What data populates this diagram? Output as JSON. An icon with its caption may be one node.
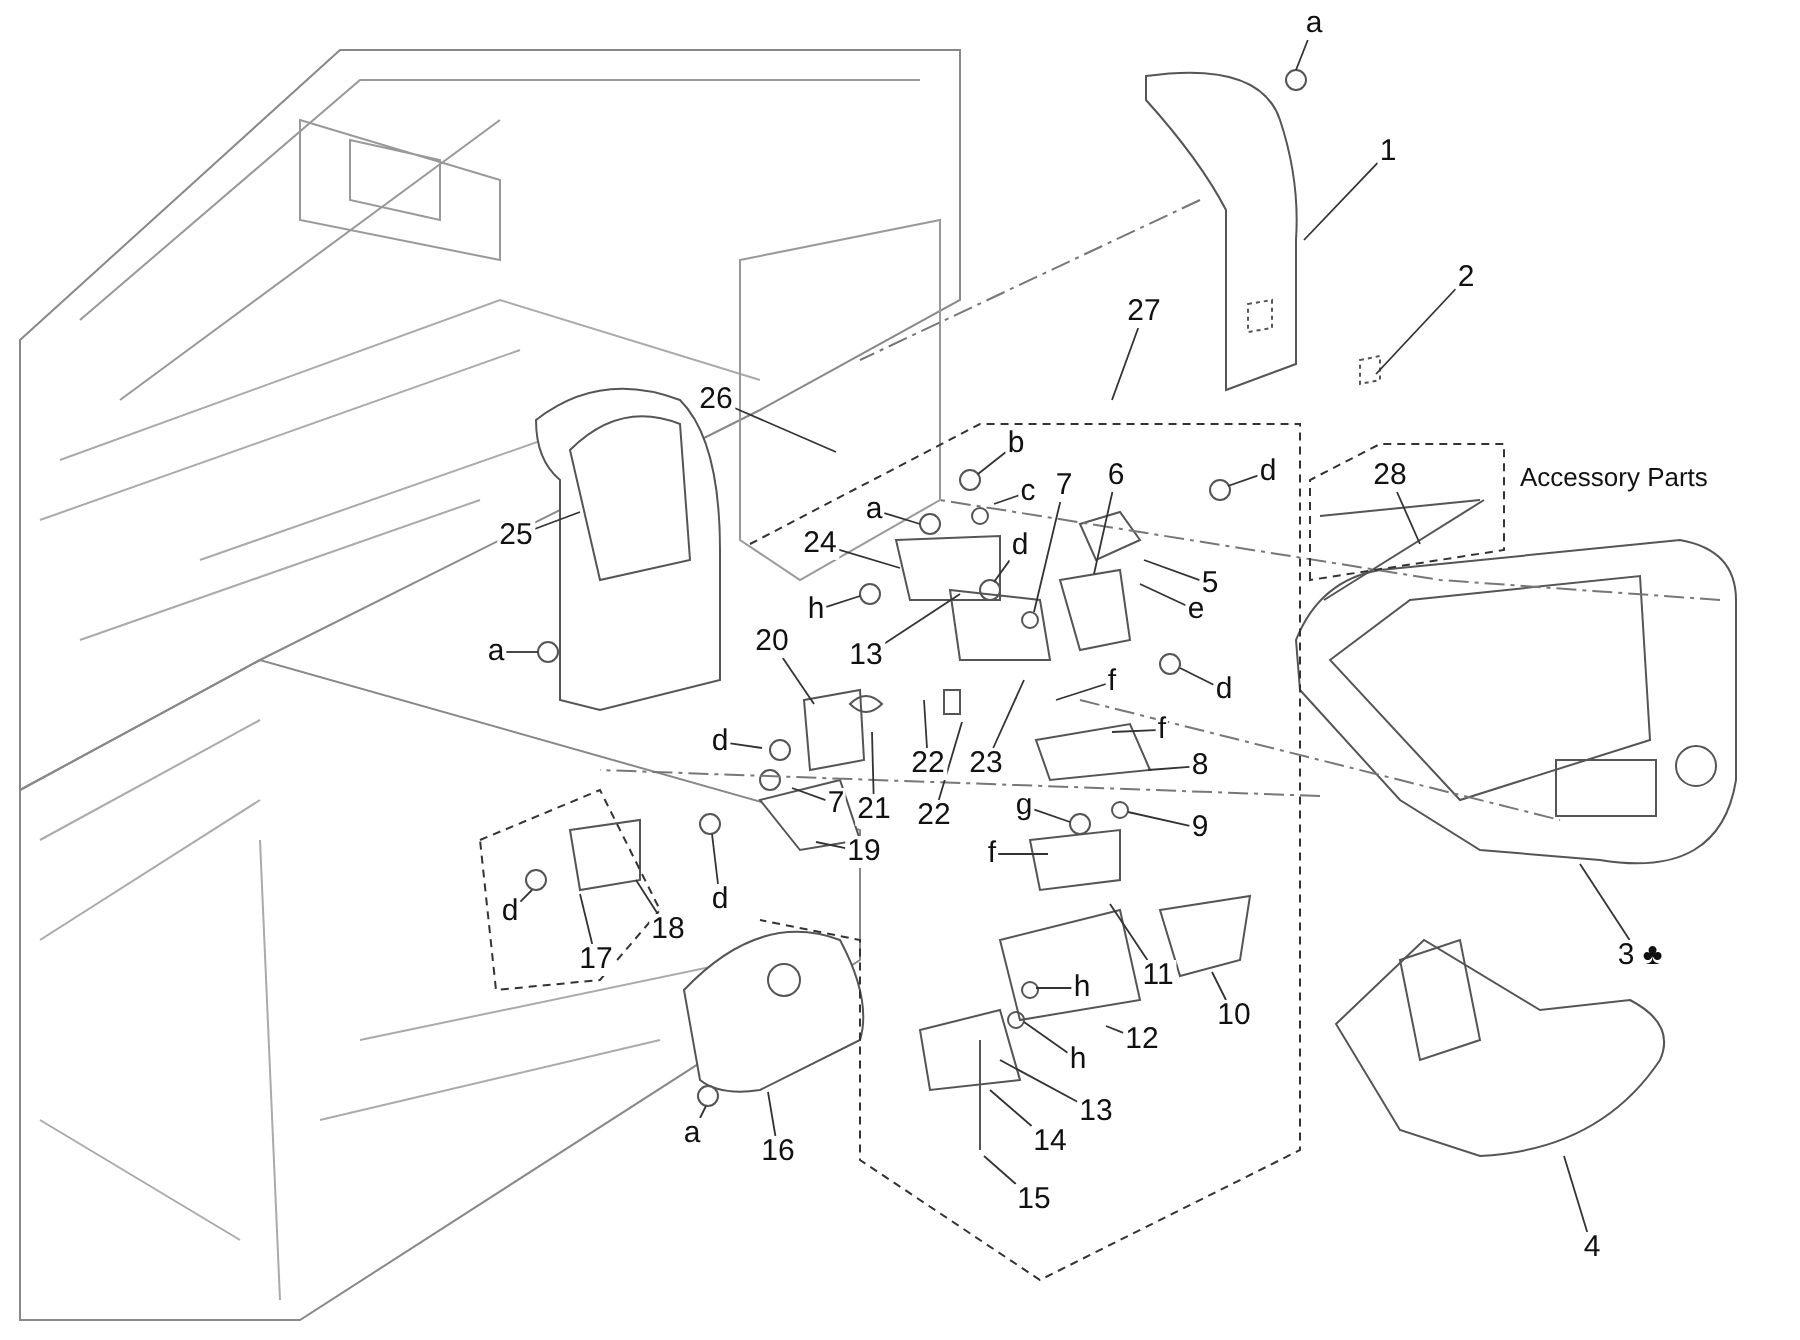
{
  "diagram": {
    "nodes": [
      {
        "text": [
          "a"
        ]
      },
      {
        "text": [
          "1"
        ]
      },
      {
        "text": [
          "2"
        ]
      },
      {
        "text": [
          "27"
        ]
      },
      {
        "text": [
          "26"
        ]
      },
      {
        "text": [
          "b"
        ]
      },
      {
        "text": [
          "Accessory Parts"
        ]
      },
      {
        "text": [
          "28"
        ],
        "in": 6
      },
      {
        "text": [
          "6"
        ]
      },
      {
        "text": [
          "7"
        ]
      },
      {
        "text": [
          "d"
        ]
      },
      {
        "text": [
          "c"
        ]
      },
      {
        "text": [
          "a"
        ]
      },
      {
        "text": [
          "25"
        ]
      },
      {
        "text": [
          "24"
        ]
      },
      {
        "text": [
          "d"
        ]
      },
      {
        "text": [
          "5"
        ]
      },
      {
        "text": [
          "e"
        ]
      },
      {
        "text": [
          "h"
        ]
      },
      {
        "text": [
          "20"
        ]
      },
      {
        "text": [
          "a"
        ]
      },
      {
        "text": [
          "13"
        ]
      },
      {
        "text": [
          "d"
        ]
      },
      {
        "text": [
          "f"
        ]
      },
      {
        "text": [
          "f"
        ]
      },
      {
        "text": [
          "d"
        ]
      },
      {
        "text": [
          "8"
        ]
      },
      {
        "text": [
          "22"
        ]
      },
      {
        "text": [
          "23"
        ]
      },
      {
        "text": [
          "7"
        ]
      },
      {
        "text": [
          "21"
        ]
      },
      {
        "text": [
          "22"
        ]
      },
      {
        "text": [
          "g"
        ]
      },
      {
        "text": [
          "9"
        ]
      },
      {
        "text": [
          "f"
        ]
      },
      {
        "text": [
          "19"
        ]
      },
      {
        "text": [
          "d"
        ]
      },
      {
        "text": [
          "d"
        ]
      },
      {
        "text": [
          "18"
        ]
      },
      {
        "text": [
          "3 ♣"
        ]
      },
      {
        "text": [
          "17"
        ]
      },
      {
        "text": [
          "11"
        ]
      },
      {
        "text": [
          "h"
        ]
      },
      {
        "text": [
          "10"
        ]
      },
      {
        "text": [
          "12"
        ]
      },
      {
        "text": [
          "h"
        ]
      },
      {
        "text": [
          "13"
        ]
      },
      {
        "text": [
          "14"
        ]
      },
      {
        "text": [
          "16"
        ]
      },
      {
        "text": [
          "a"
        ]
      },
      {
        "text": [
          "15"
        ]
      },
      {
        "text": [
          "4"
        ]
      }
    ],
    "edges": [
      {
        "from": 0,
        "to": null,
        "arrow": "none"
      },
      {
        "from": 1,
        "to": null,
        "arrow": "none"
      },
      {
        "from": 2,
        "to": null,
        "arrow": "none"
      },
      {
        "from": 3,
        "to": null,
        "arrow": "none"
      },
      {
        "from": 4,
        "to": null,
        "arrow": "none"
      },
      {
        "from": 5,
        "to": null,
        "arrow": "none"
      },
      {
        "from": 7,
        "to": null,
        "arrow": "none"
      },
      {
        "from": 8,
        "to": null,
        "arrow": "none"
      },
      {
        "from": 9,
        "to": null,
        "arrow": "none"
      },
      {
        "from": 10,
        "to": null,
        "arrow": "none"
      },
      {
        "from": 11,
        "to": null,
        "arrow": "none"
      },
      {
        "from": 12,
        "to": null,
        "arrow": "none"
      },
      {
        "from": 13,
        "to": null,
        "arrow": "none"
      },
      {
        "from": 14,
        "to": null,
        "arrow": "none"
      },
      {
        "from": 15,
        "to": null,
        "arrow": "none"
      },
      {
        "from": 16,
        "to": null,
        "arrow": "none"
      },
      {
        "from": 17,
        "to": null,
        "arrow": "none"
      },
      {
        "from": 18,
        "to": null,
        "arrow": "none"
      },
      {
        "from": 19,
        "to": null,
        "arrow": "none"
      },
      {
        "from": 20,
        "to": null,
        "arrow": "none"
      },
      {
        "from": 21,
        "to": null,
        "arrow": "none"
      },
      {
        "from": 22,
        "to": null,
        "arrow": "none"
      },
      {
        "from": 23,
        "to": null,
        "arrow": "none"
      },
      {
        "from": 24,
        "to": null,
        "arrow": "none"
      },
      {
        "from": 25,
        "to": null,
        "arrow": "none"
      },
      {
        "from": 26,
        "to": null,
        "arrow": "none"
      },
      {
        "from": 27,
        "to": null,
        "arrow": "none"
      },
      {
        "from": 28,
        "to": null,
        "arrow": "none"
      },
      {
        "from": 29,
        "to": null,
        "arrow": "none"
      },
      {
        "from": 30,
        "to": null,
        "arrow": "none"
      },
      {
        "from": 31,
        "to": null,
        "arrow": "none"
      },
      {
        "from": 32,
        "to": null,
        "arrow": "none"
      },
      {
        "from": 33,
        "to": null,
        "arrow": "none"
      },
      {
        "from": 34,
        "to": null,
        "arrow": "none"
      },
      {
        "from": 35,
        "to": null,
        "arrow": "none"
      },
      {
        "from": 36,
        "to": null,
        "arrow": "none"
      },
      {
        "from": 37,
        "to": null,
        "arrow": "none"
      },
      {
        "from": 38,
        "to": null,
        "arrow": "none"
      },
      {
        "from": 39,
        "to": null,
        "arrow": "none"
      },
      {
        "from": 40,
        "to": null,
        "arrow": "none"
      },
      {
        "from": 41,
        "to": null,
        "arrow": "none"
      },
      {
        "from": 42,
        "to": null,
        "arrow": "none"
      },
      {
        "from": 43,
        "to": null,
        "arrow": "none"
      },
      {
        "from": 44,
        "to": null,
        "arrow": "none"
      },
      {
        "from": 45,
        "to": null,
        "arrow": "none"
      },
      {
        "from": 46,
        "to": null,
        "arrow": "none"
      },
      {
        "from": 47,
        "to": null,
        "arrow": "none"
      },
      {
        "from": 48,
        "to": null,
        "arrow": "none"
      },
      {
        "from": 49,
        "to": null,
        "arrow": "none"
      },
      {
        "from": 50,
        "to": null,
        "arrow": "none"
      },
      {
        "from": 51,
        "to": null,
        "arrow": "none"
      }
    ]
  }
}
